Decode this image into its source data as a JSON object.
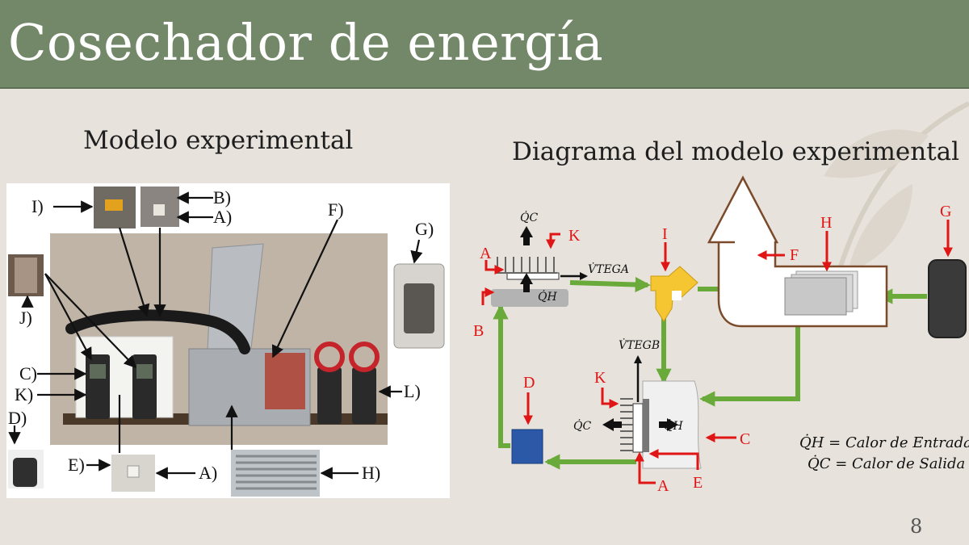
{
  "slide": {
    "title": "Cosechador de energía",
    "photo_title": "Modelo experimental",
    "diagram_title": "Diagrama del modelo experimental",
    "page_number": "8"
  },
  "photo_labels": {
    "i": "I)",
    "b": "B)",
    "a1": "A)",
    "f": "F)",
    "g": "G)",
    "j": "J)",
    "c": "C)",
    "k": "K)",
    "l": "L)",
    "d": "D)",
    "e": "E)",
    "a2": "A)",
    "h": "H)"
  },
  "diagram_labels": {
    "a_top": "A",
    "b": "B",
    "k_top": "K",
    "i": "I",
    "f": "F",
    "h": "H",
    "g": "G",
    "d": "D",
    "k_bottom": "K",
    "c": "C",
    "a_bottom": "A",
    "e": "E",
    "qc_top": "Q̇C",
    "qh_top": "Q̇H",
    "vteg_a": "V̇TEGA",
    "vteg_b": "V̇TEGB",
    "qc_bottom": "Q̇C",
    "qh_bottom": "Q̇H"
  },
  "legend": {
    "qh": "Q̇H = Calor de Entrada",
    "qc": "Q̇C = Calor de Salida"
  },
  "colors": {
    "header": "#738868",
    "background": "#e7e3dc",
    "flow_arrow": "#6aaa3a",
    "label_red": "#e01515",
    "valve_yellow": "#f5c631",
    "pump_blue": "#2b59a8",
    "housing_brown": "#7a4a2a"
  }
}
